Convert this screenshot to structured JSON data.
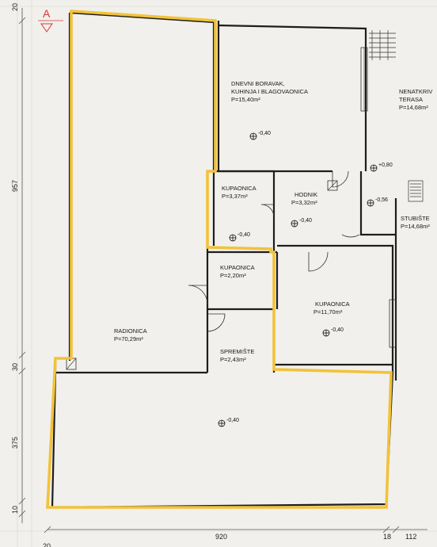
{
  "section_mark": "A",
  "rooms": {
    "dnevni": {
      "name_line1": "DNEVNI BORAVAK,",
      "name_line2": "KUHINJA I BLAGOVAONICA",
      "area": "P=15,40m²",
      "elevation": "-0,40"
    },
    "kupaonica_a": {
      "name": "KUPAONICA",
      "area": "P=3,37m²",
      "elevation": "-0,40"
    },
    "hodnik": {
      "name": "HODNIK",
      "area": "P=3,32m²",
      "elevation": "-0,40"
    },
    "kupaonica_b": {
      "name": "KUPAONICA",
      "area": "P=2,20m²"
    },
    "kupaonica_c": {
      "name": "KUPAONICA",
      "area": "P=11,70m²",
      "elevation": "-0,40"
    },
    "spremiste": {
      "name": "SPREMIŠTE",
      "area": "P=2,43m²"
    },
    "radionica": {
      "name": "RADIONICA",
      "area": "P=70,29m²",
      "elevation": "-0,40"
    },
    "terasa": {
      "name_line1": "NENATKRIV",
      "name_line2": "TERASA",
      "area": "P=14,68m²",
      "elevation": "+0,80"
    },
    "stubiste": {
      "name": "STUBIŠTE",
      "area": "P=14,68m²",
      "elevation": "-0,56"
    }
  },
  "dimensions": {
    "left_top": "20",
    "left_957": "957",
    "left_30": "30",
    "left_375": "375",
    "left_10": "10",
    "bottom_920": "920",
    "bottom_18": "18",
    "bottom_112": "112",
    "bottom_left": "20"
  },
  "colors": {
    "highlight": "#f2c23a",
    "section_mark": "#d23a3a",
    "wall": "#1e1e1e",
    "paper": "#f1f0ec"
  }
}
